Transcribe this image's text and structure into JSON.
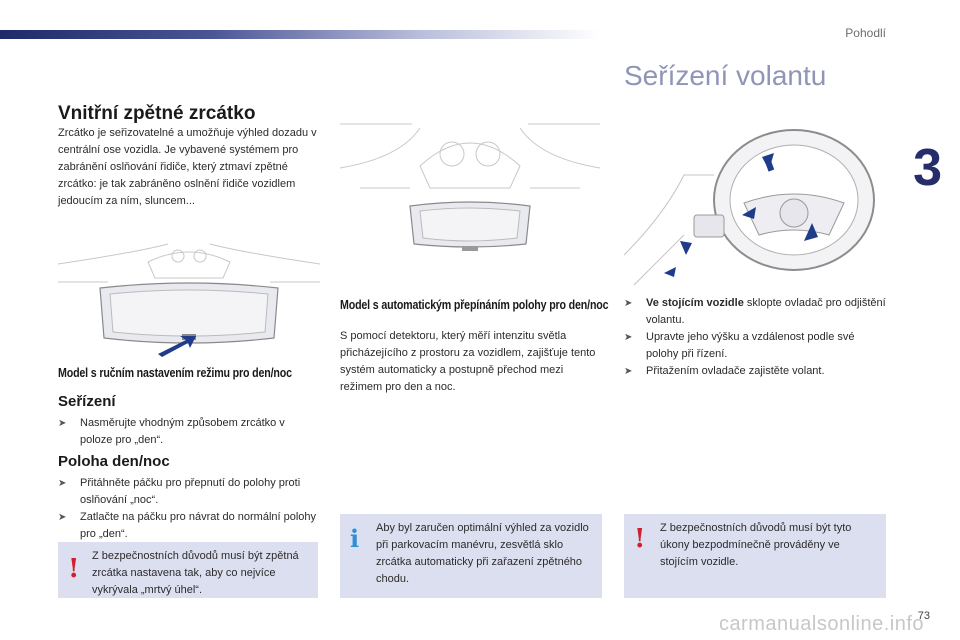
{
  "header": {
    "section": "Pohodlí",
    "chapter": "3",
    "page_number": "73"
  },
  "watermark": "carmanualsonline.info",
  "mirror": {
    "title": "Vnitřní zpětné zrcátko",
    "intro": "Zrcátko je seřizovatelné a umožňuje výhled dozadu v centrální ose vozidla. Je vybavené systémem pro zabránění oslňování řidiče, který ztmaví zpětné zrcátko: je tak zabráněno oslnění řidiče vozidlem jedoucím za ním, sluncem...",
    "manual_model_heading": "Model s ručním nastavením režimu pro den/noc",
    "adjust_heading": "Seřízení",
    "adjust_steps": [
      "Nasměrujte vhodným způsobem zrcátko v poloze pro „den“."
    ],
    "daynight_heading": "Poloha den/noc",
    "daynight_steps": [
      "Přitáhněte páčku pro přepnutí do polohy proti oslňování „noc“.",
      "Zatlačte na páčku pro návrat do normální polohy pro „den“."
    ],
    "warning": "Z bezpečnostních důvodů musí být zpětná zrcátka nastavena tak, aby co nejvíce vykrývala „mrtvý úhel“.",
    "auto_model_heading": "Model s automatickým přepínáním polohy pro den/noc",
    "auto_text": "S pomocí detektoru, který měří intenzitu světla přicházejícího z prostoru za vozidlem, zajišťuje tento systém automaticky a postupně přechod mezi režimem pro den a noc.",
    "info": "Aby byl zaručen optimální výhled za vozidlo při parkovacím manévru, zesvětlá sklo zrcátka automaticky při zařazení zpětného chodu."
  },
  "steering": {
    "title": "Seřízení volantu",
    "step1_bold": "Ve stojícím vozidle",
    "step1_rest": " sklopte ovladač pro odjištění volantu.",
    "step2": "Upravte jeho výšku a vzdálenost podle své polohy při řízení.",
    "step3": "Přitažením ovladače zajistěte volant.",
    "warning": "Z bezpečnostních důvodů musí být tyto úkony bezpodmínečně prováděny ve stojícím vozidle."
  },
  "icons": {
    "bullet": "arrow-bullet-icon",
    "warning": "exclamation-icon",
    "info": "info-i-icon"
  },
  "colors": {
    "brand_dark": "#252e6b",
    "title_light": "#9095b8",
    "box_bg": "#dcdff0",
    "warning_red": "#d0202c",
    "info_blue": "#2f8fd6",
    "arrow_blue": "#1f3c8a"
  }
}
